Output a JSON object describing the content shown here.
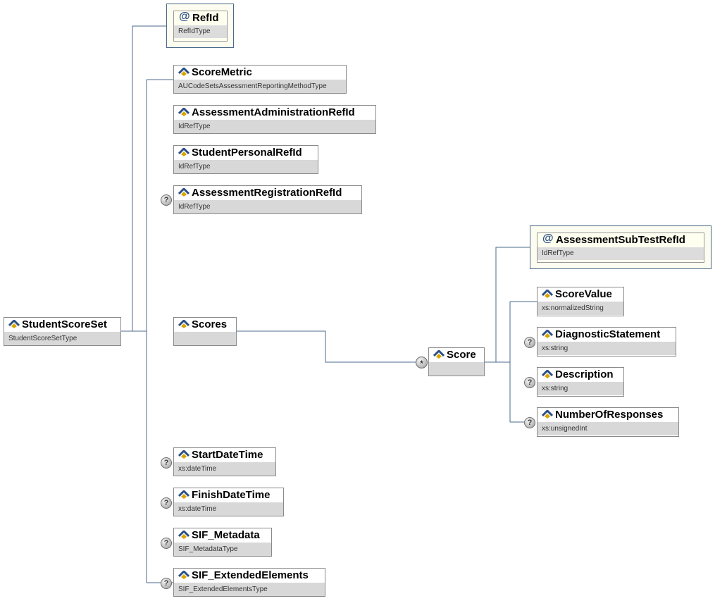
{
  "root": {
    "name": "StudentScoreSet",
    "type": "StudentScoreSetType"
  },
  "refid": {
    "name": "RefId",
    "type": "RefIdType"
  },
  "children": {
    "score_metric": {
      "name": "ScoreMetric",
      "type": "AUCodeSetsAssessmentReportingMethodType"
    },
    "assessment_administration_refid": {
      "name": "AssessmentAdministrationRefId",
      "type": "IdRefType"
    },
    "student_personal_refid": {
      "name": "StudentPersonalRefId",
      "type": "IdRefType"
    },
    "assessment_registration_refid": {
      "name": "AssessmentRegistrationRefId",
      "type": "IdRefType"
    },
    "scores": {
      "name": "Scores"
    },
    "start_date_time": {
      "name": "StartDateTime",
      "type": "xs:dateTime"
    },
    "finish_date_time": {
      "name": "FinishDateTime",
      "type": "xs:dateTime"
    },
    "sif_metadata": {
      "name": "SIF_Metadata",
      "type": "SIF_MetadataType"
    },
    "sif_extended_elements": {
      "name": "SIF_ExtendedElements",
      "type": "SIF_ExtendedElementsType"
    }
  },
  "score": {
    "name": "Score",
    "cardinality": "*",
    "attribute": {
      "name": "AssessmentSubTestRefId",
      "type": "IdRefType"
    },
    "children": {
      "score_value": {
        "name": "ScoreValue",
        "type": "xs:normalizedString"
      },
      "diagnostic_statement": {
        "name": "DiagnosticStatement",
        "type": "xs:string"
      },
      "description": {
        "name": "Description",
        "type": "xs:string"
      },
      "number_of_responses": {
        "name": "NumberOfResponses",
        "type": "xs:unsignedInt"
      }
    }
  },
  "optional_marker": "?",
  "colors": {
    "connector": "#4b6a8c",
    "type_band": "#d8d8d8",
    "attribute_frame": "#4b6a8c",
    "icon_blue": "#2b4f86",
    "icon_gold": "#d9a400"
  }
}
